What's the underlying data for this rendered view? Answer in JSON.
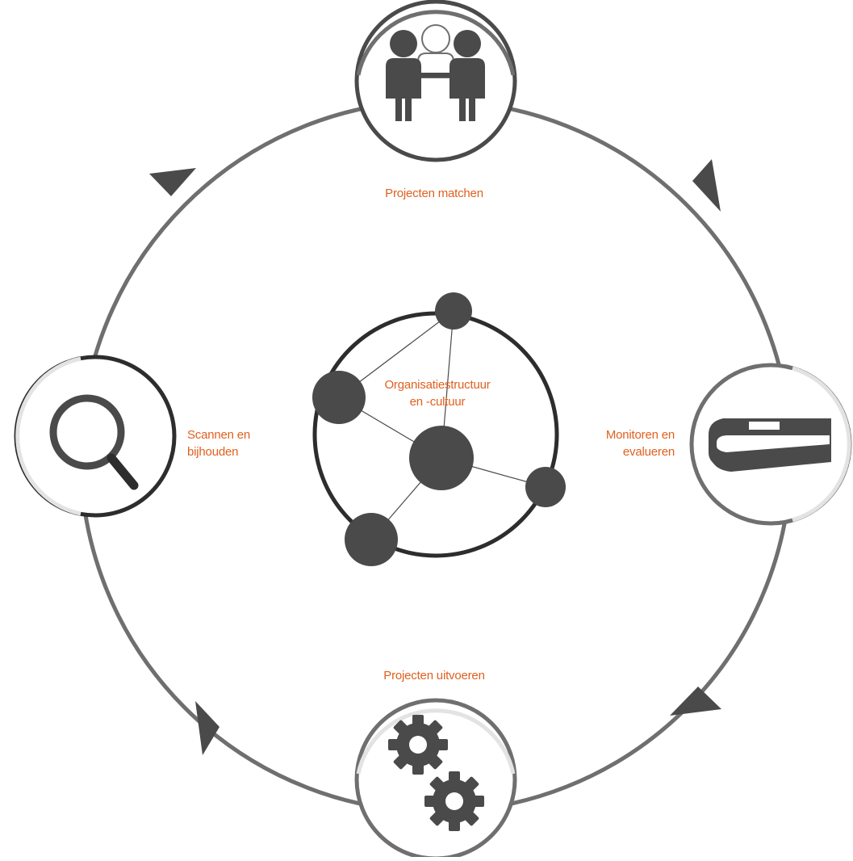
{
  "colors": {
    "label": "#e0601f",
    "ring": "#6f6f6f",
    "ring_light": "#e3e3e3",
    "dark": "#4a4a4a",
    "node_outline": "#2d2d2d"
  },
  "center": {
    "label_line1": "Organisatiestructuur",
    "label_line2": "en -cultuur",
    "icon": "network-icon"
  },
  "steps": [
    {
      "id": "top",
      "label": "Projecten matchen",
      "icon": "people-icon"
    },
    {
      "id": "right",
      "label_line1": "Monitoren en",
      "label_line2": "evalueren",
      "icon": "book-icon"
    },
    {
      "id": "bottom",
      "label": "Projecten uitvoeren",
      "icon": "gears-icon"
    },
    {
      "id": "left",
      "label_line1": "Scannen en",
      "label_line2": "bijhouden",
      "icon": "magnifier-icon"
    }
  ],
  "cycle_direction": "clockwise"
}
